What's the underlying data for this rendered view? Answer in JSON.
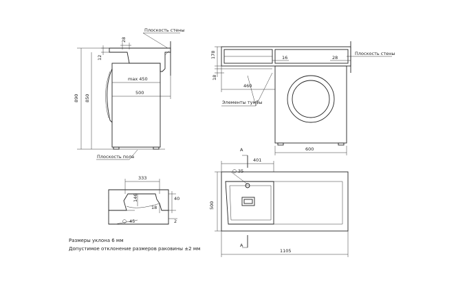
{
  "side_view": {
    "wall_plane": "Плоскость стены",
    "floor_plane": "Плоскость пола",
    "dims": {
      "d28": "28",
      "d12": "12",
      "d890": "890",
      "d850": "850",
      "max450": "max 450",
      "d500": "500"
    }
  },
  "front_view": {
    "wall_plane": "Плоскость стены",
    "cabinet_elements": "Элементы тумбы",
    "dims": {
      "d178": "178",
      "d16": "16",
      "d28": "28",
      "d18": "18",
      "d460": "460",
      "d600": "600"
    }
  },
  "section_view": {
    "dims": {
      "d333": "333",
      "d146": "146",
      "d40": "40",
      "d18": "18",
      "d2": "2",
      "d45": "45"
    }
  },
  "top_view": {
    "section_mark_top": "A",
    "section_mark_bottom": "A",
    "dims": {
      "d401": "401",
      "d35": "35",
      "d500": "500",
      "d1105": "1105"
    }
  },
  "notes": {
    "line1": "Размеры уклона 6 мм",
    "line2": "Допустимое отклонение размеров раковины ±2 мм"
  }
}
